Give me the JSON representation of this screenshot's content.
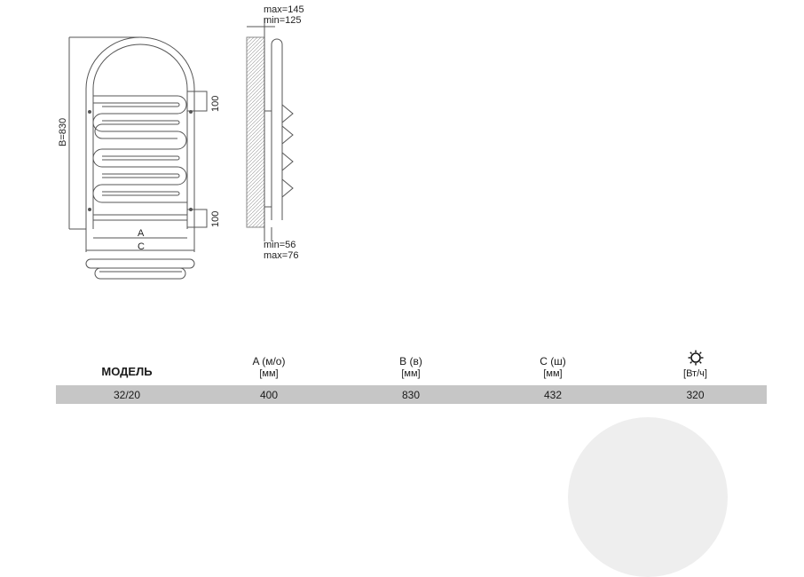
{
  "drawing": {
    "front_labels": {
      "b": "B=830",
      "a": "A",
      "c": "C",
      "upper_connection": "100",
      "lower_connection": "100"
    },
    "side_labels": {
      "top_max": "max=145",
      "top_min": "min=125",
      "bottom_min": "min=56",
      "bottom_max": "max=76"
    }
  },
  "table": {
    "headers": [
      {
        "label": "МОДЕЛЬ",
        "unit": ""
      },
      {
        "label": "A (м/о)",
        "unit": "[мм]"
      },
      {
        "label": "B (в)",
        "unit": "[мм]"
      },
      {
        "label": "C (ш)",
        "unit": "[мм]"
      },
      {
        "label": "",
        "unit": "[Вт/ч]",
        "icon": "sun-icon"
      }
    ],
    "rows": [
      [
        "32/20",
        "400",
        "830",
        "432",
        "320"
      ]
    ]
  }
}
